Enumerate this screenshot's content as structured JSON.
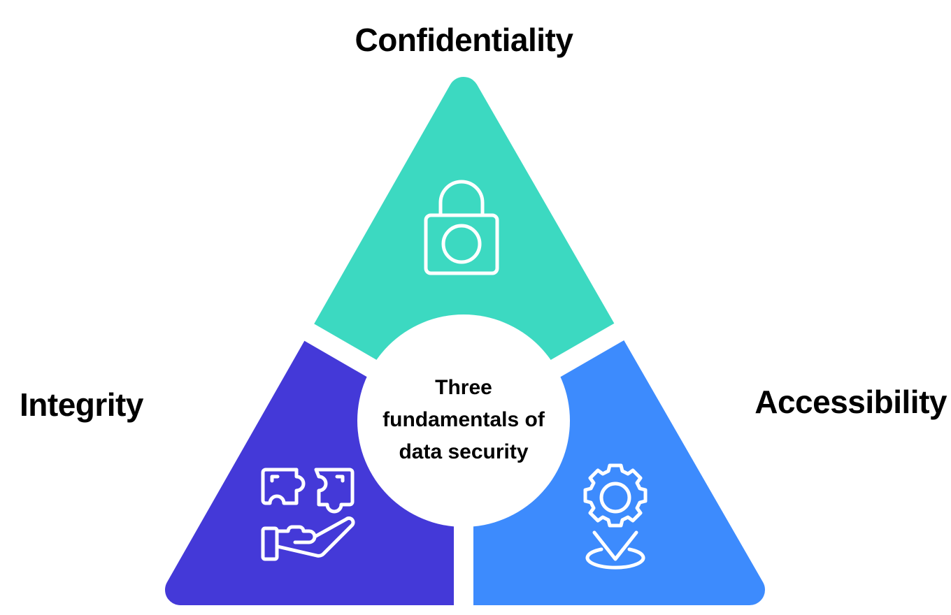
{
  "title": "Three fundamentals of data security",
  "segments": [
    {
      "label": "Confidentiality",
      "icon": "lock-icon",
      "color": "#3cd9c1"
    },
    {
      "label": "Integrity",
      "icon": "puzzle-hand-icon",
      "color": "#4439d8"
    },
    {
      "label": "Accessibility",
      "icon": "gear-location-icon",
      "color": "#3d8bfd"
    }
  ],
  "center": {
    "line1": "Three",
    "line2": "fundamentals of",
    "line3": "data security"
  }
}
